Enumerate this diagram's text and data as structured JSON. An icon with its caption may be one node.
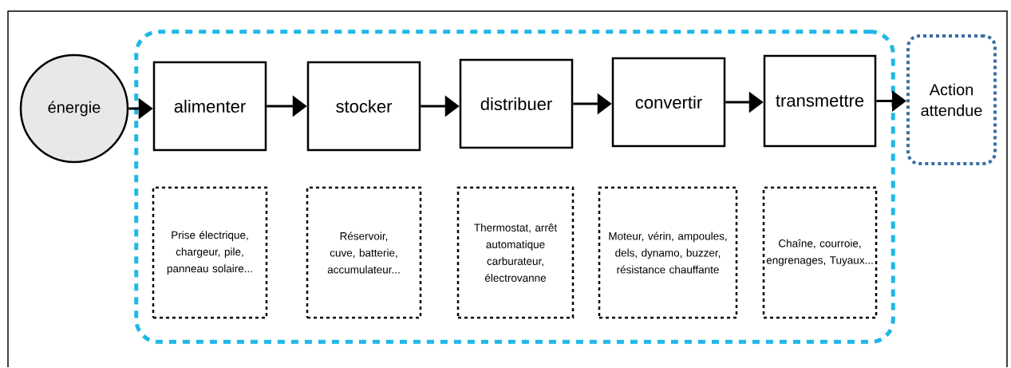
{
  "diagram": {
    "nodes": [
      {
        "text": [
          "énergie"
        ]
      },
      {
        "text": [],
        "shape": "box"
      },
      {
        "text": [
          "alimenter"
        ],
        "in": 1
      },
      {
        "text": [
          "stocker"
        ],
        "in": 1
      },
      {
        "text": [
          "distribuer"
        ],
        "in": 1
      },
      {
        "text": [
          "convertir"
        ],
        "in": 1
      },
      {
        "text": [
          "transmettre"
        ],
        "in": 1
      },
      {
        "text": [
          "Prise électrique, chargeur, pile, panneau solaire..."
        ],
        "in": 1
      },
      {
        "text": [
          "Réservoir, cuve, batterie, accumulateur..."
        ],
        "in": 1
      },
      {
        "text": [
          "Thermostat, arrêt automatique carburateur, électrovanne"
        ],
        "in": 1
      },
      {
        "text": [
          "Moteur, vérin, ampoules, dels, dynamo, buzzer, résistance chauffante"
        ],
        "in": 1
      },
      {
        "text": [
          "Chaîne, courroie, engrenages, Tuyaux..."
        ],
        "in": 1
      },
      {
        "text": [
          "Action attendue"
        ]
      }
    ],
    "edges": [
      {
        "from": 0,
        "to": 2,
        "arrow": "to"
      },
      {
        "from": 2,
        "to": 3,
        "arrow": "to"
      },
      {
        "from": 3,
        "to": 4,
        "arrow": "to"
      },
      {
        "from": 4,
        "to": 5,
        "arrow": "to"
      },
      {
        "from": 5,
        "to": 6,
        "arrow": "to"
      },
      {
        "from": 6,
        "to": 12,
        "arrow": "to"
      }
    ]
  }
}
